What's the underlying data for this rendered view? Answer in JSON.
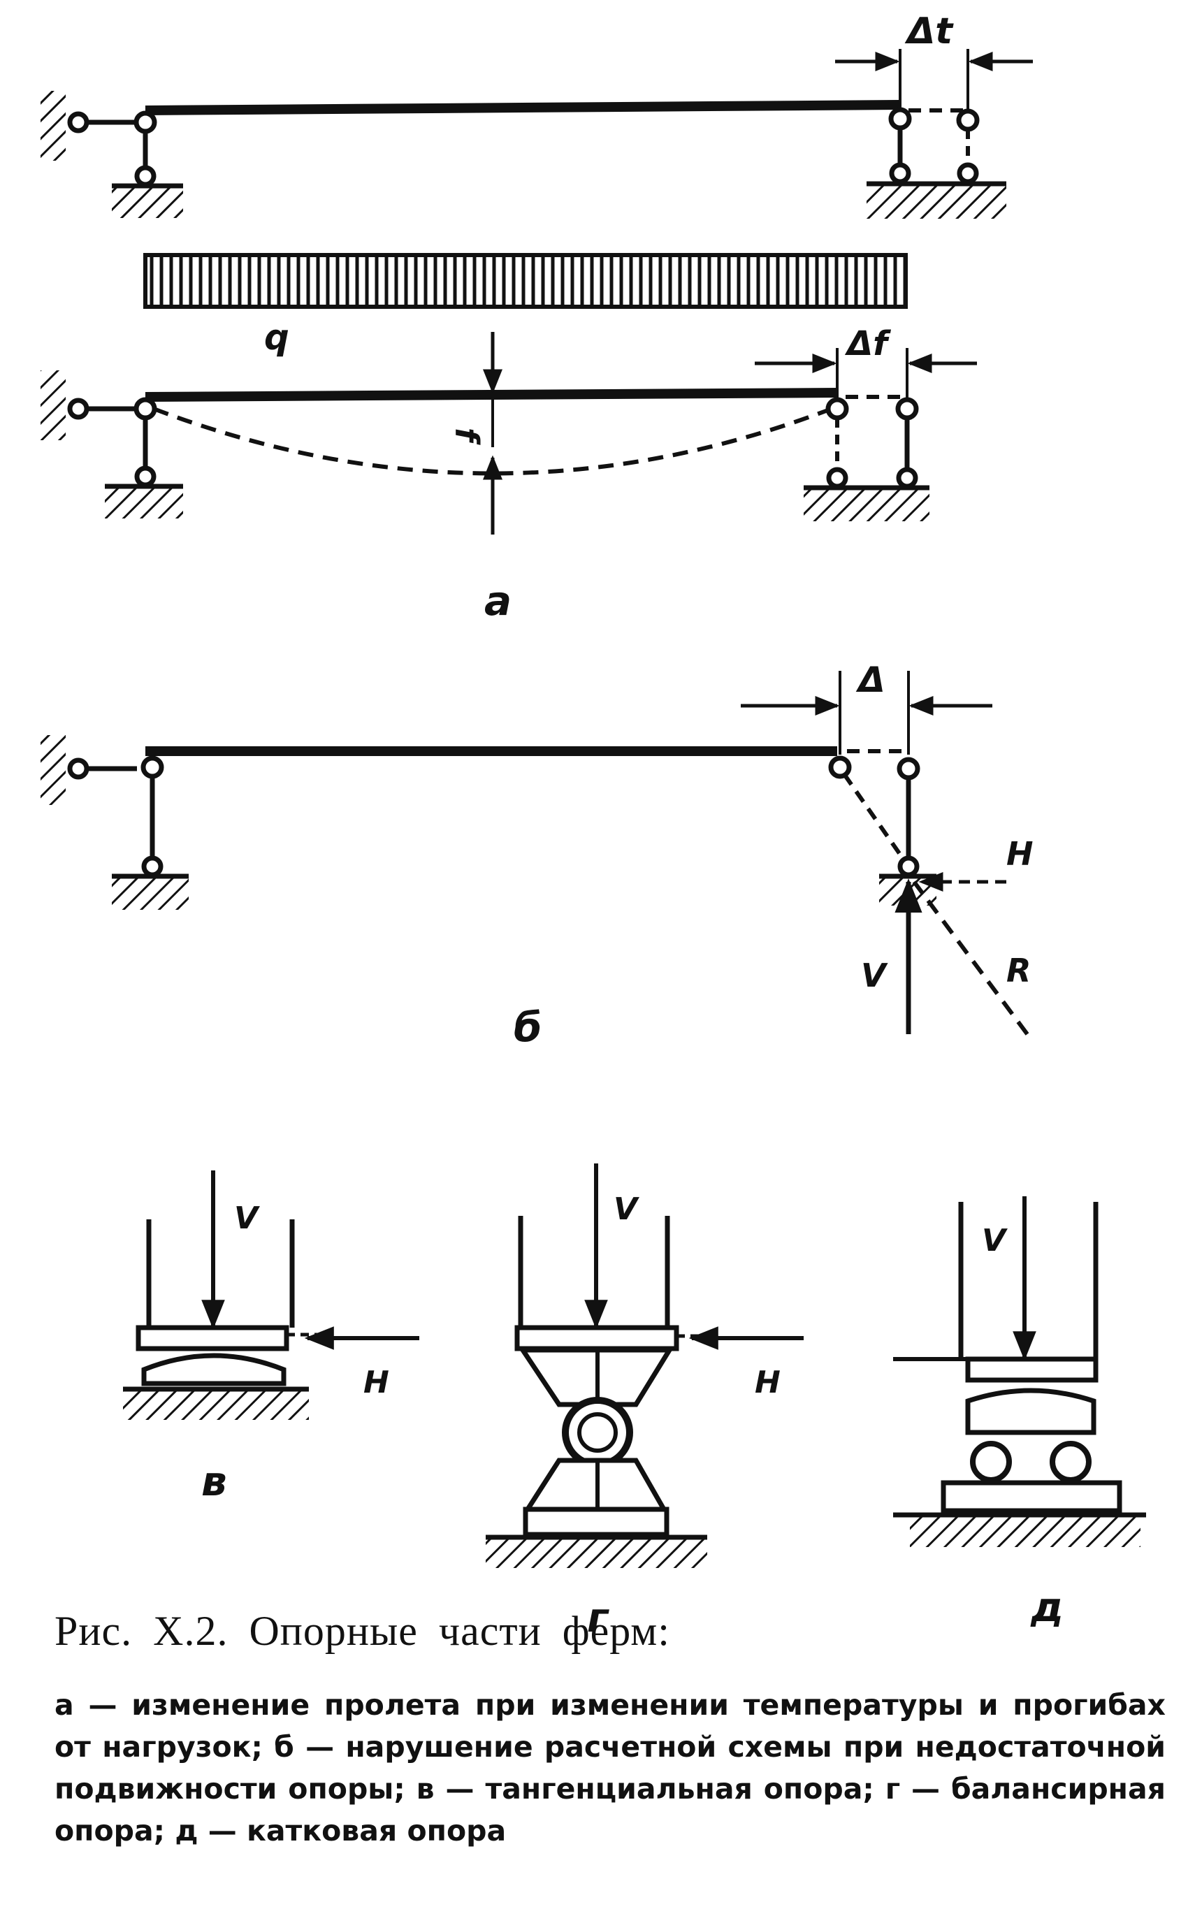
{
  "labels": {
    "delta_t": "Δt",
    "q": "q",
    "delta_f": "Δf",
    "f": "f",
    "panel_a": "а",
    "delta": "Δ",
    "H": "H",
    "V": "V",
    "R": "R",
    "panel_b": "б",
    "panel_v": "в",
    "panel_g": "г",
    "panel_d": "д"
  },
  "caption": {
    "title": "Рис. X.2. Опорные части ферм:",
    "body": "а — изменение пролета при изменении температуры и прогибах от нагрузок; б — нарушение расчетной схемы при недостаточной подвижности опоры; в — тангенциальная опора; г — балансирная опора; д — катковая опора"
  }
}
